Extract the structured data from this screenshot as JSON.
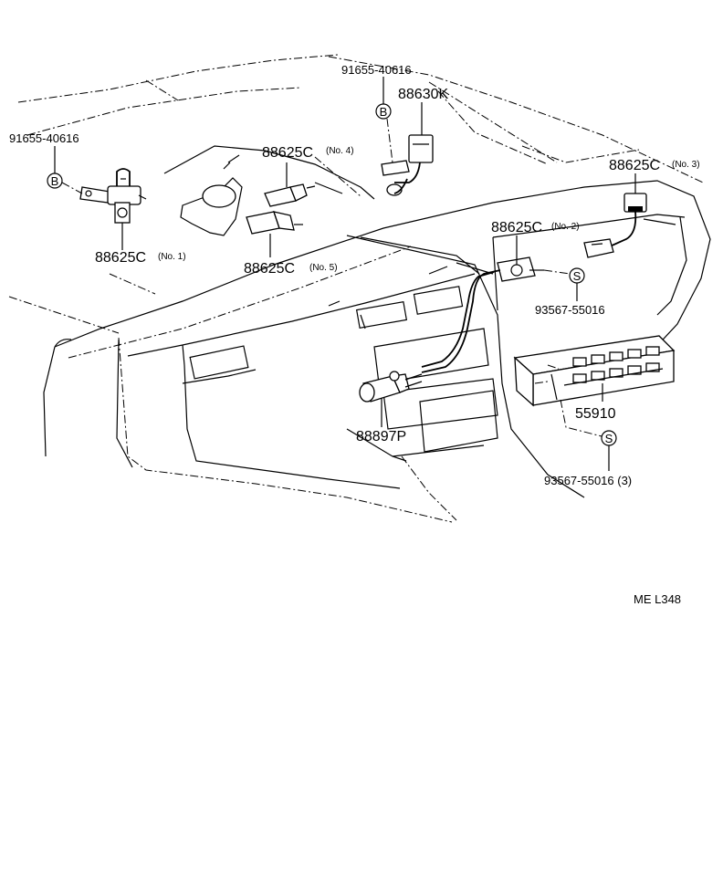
{
  "labels": {
    "bolt_left_part": "91655-40616",
    "bolt_top_part": "91655-40616",
    "bolt_symbol": "B",
    "screw_symbol": "S",
    "relay_top": "88630K",
    "sensor_no1_part": "88625C",
    "sensor_no1_suffix": "(No. 1)",
    "sensor_no2_part": "88625C",
    "sensor_no2_suffix": "(No. 2)",
    "sensor_no3_part": "88625C",
    "sensor_no3_suffix": "(No. 3)",
    "sensor_no4_part": "88625C",
    "sensor_no4_suffix": "(No. 4)",
    "sensor_no5_part": "88625C",
    "sensor_no5_suffix": "(No. 5)",
    "screw_upper": "93567-55016",
    "screw_lower": "93567-55016 (3)",
    "control_unit": "55910",
    "aspirator": "88897P",
    "ref_code": "ME  L348"
  }
}
